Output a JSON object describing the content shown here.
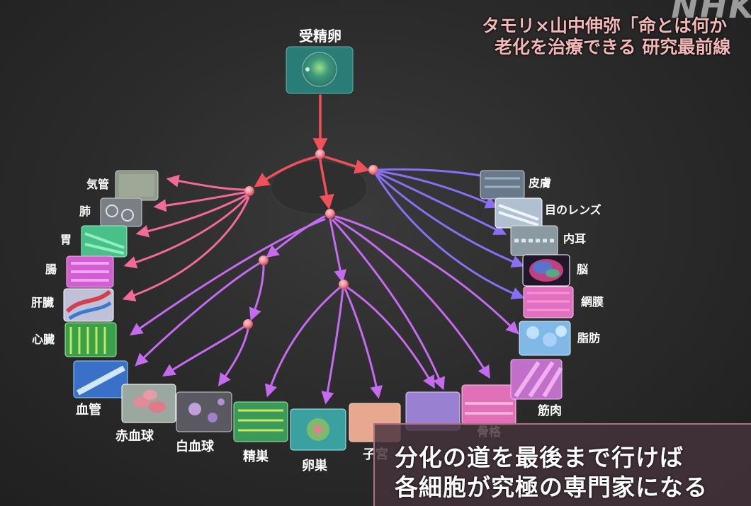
{
  "logo": "NHK",
  "title": {
    "line1": "タモリ×山中伸弥「命とは何か",
    "line2": "老化を治療できる 研究最前線"
  },
  "root_label": "受精卵",
  "cells": {
    "trachea": "気管",
    "lung": "肺",
    "stomach": "胃",
    "intestine": "腸",
    "liver": "肝臓",
    "heart": "心臓",
    "blood_vessel": "血管",
    "red_blood_cell": "赤血球",
    "white_blood_cell": "白血球",
    "testis": "精巣",
    "ovary": "卵巣",
    "uterus": "子宮",
    "bone": "骨格",
    "muscle": "筋肉",
    "skin": "皮膚",
    "lens": "目のレンズ",
    "inner_ear": "内耳",
    "brain": "脳",
    "retina": "網膜",
    "fat": "脂肪"
  },
  "caption": {
    "line1": "分化の道を最後まで行けば",
    "line2": "各細胞が究極の専門家になる"
  },
  "colors": {
    "red_arrow": "#f0505a",
    "pink_arrow": "#f06a9a",
    "purple_arrow": "#c56bf0",
    "violet_arrow": "#8a6ff5",
    "node": "#f58a98",
    "title_text": "#f4b7b7"
  }
}
